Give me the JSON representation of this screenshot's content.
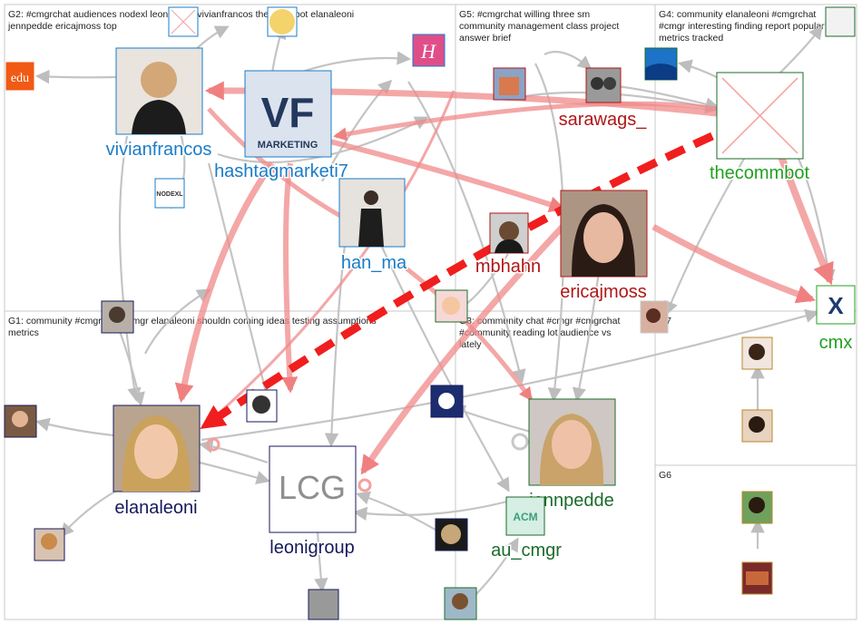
{
  "groups": [
    {
      "id": "G2",
      "lines": [
        "G2: #cmgrchat audiences nodexl leonigroup vivianfrancos thecommbot elanaleoni",
        "jennpedde ericajmoss top"
      ]
    },
    {
      "id": "G5",
      "lines": [
        "G5: #cmgrchat willing three sm",
        "community management class project",
        "answer brief"
      ]
    },
    {
      "id": "G4",
      "lines": [
        "G4: community elanaleoni #cmgrchat",
        "#cmgr interesting finding report popular",
        "metrics tracked"
      ]
    },
    {
      "id": "G1",
      "lines": [
        "G1: community #cmgrchat #cmgr elanaleoni shouldn coming ideas testing assumptions",
        "metrics"
      ]
    },
    {
      "id": "G3",
      "lines": [
        "G3: community chat #cmgr #cmgrchat",
        "#community reading lot audience vs",
        "lately"
      ]
    },
    {
      "id": "G7",
      "lines": [
        "G7"
      ]
    },
    {
      "id": "G6",
      "lines": [
        "G6"
      ]
    }
  ],
  "node_labels": {
    "vivianfrancos": "vivianfrancos",
    "hashtagmarketi7": "hashtagmarketi7",
    "han_ma": "han_ma",
    "sarawags_": "sarawags_",
    "thecommbot": "thecommbot",
    "mbhahn": "mbhahn",
    "ericajmoss": "ericajmoss",
    "cmx": "cmx",
    "elanaleoni": "elanaleoni",
    "leonigroup": "leonigroup",
    "jennpedde": "jennpedde",
    "au_cmgr": "au_cmgr"
  },
  "avatar_text": {
    "edu": "edu",
    "h": "H",
    "nodexl": "NODEXL",
    "vf": "VF",
    "marketing": "MARKETING",
    "lcg": "LCG",
    "acm": "ACM",
    "cmx": "X"
  },
  "colors": {
    "g2_label": "#1a7cc7",
    "g5_label": "#b01616",
    "g4_label": "#22a022",
    "g1_label": "#141a5c",
    "g3_label": "#1b6b2a",
    "edge_gray": "#bfbfbf",
    "edge_red": "#f26b6b",
    "edge_red_strong": "#f01e1e"
  }
}
